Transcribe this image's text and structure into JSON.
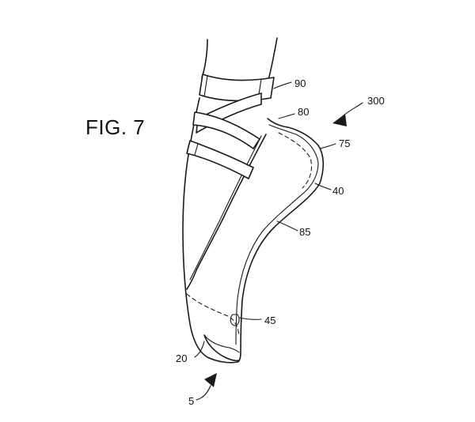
{
  "figure": {
    "title": "FIG. 7",
    "labels": {
      "l300": "300",
      "l90": "90",
      "l80": "80",
      "l75": "75",
      "l40": "40",
      "l85": "85",
      "l45": "45",
      "l20": "20",
      "l5": "5"
    }
  }
}
